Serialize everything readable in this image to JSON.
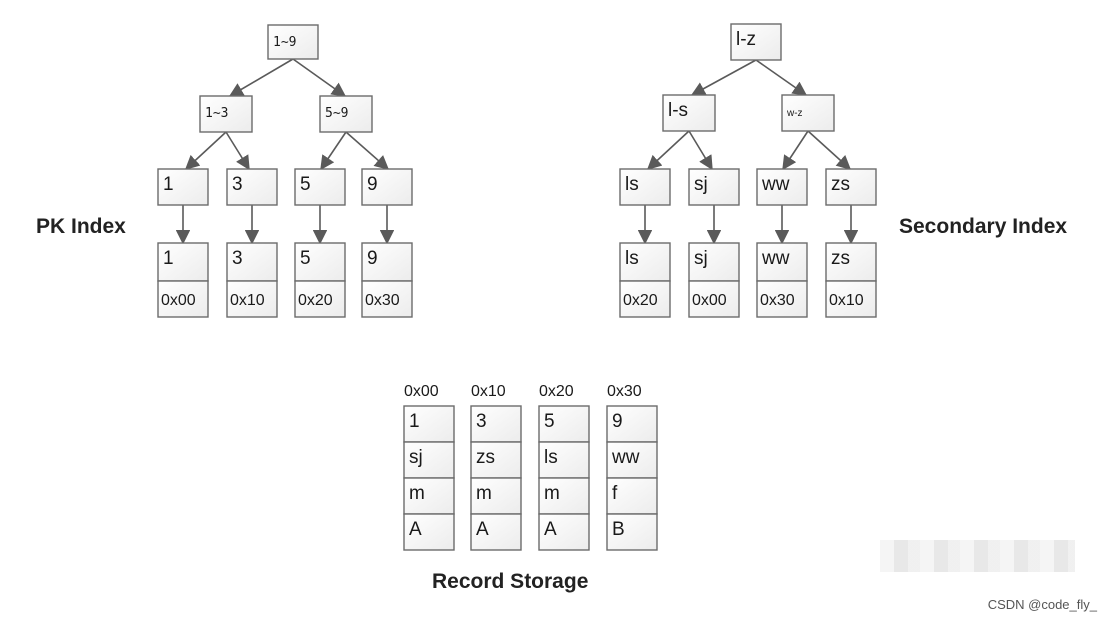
{
  "labels": {
    "pk_index": "PK Index",
    "secondary_index": "Secondary Index",
    "record_storage": "Record Storage"
  },
  "watermark": "CSDN @code_fly_",
  "pk_tree": {
    "root": "1~9",
    "level1": [
      "1~3",
      "5~9"
    ],
    "level2": [
      "1",
      "3",
      "5",
      "9"
    ],
    "leaves": [
      {
        "key": "1",
        "addr": "0x00"
      },
      {
        "key": "3",
        "addr": "0x10"
      },
      {
        "key": "5",
        "addr": "0x20"
      },
      {
        "key": "9",
        "addr": "0x30"
      }
    ]
  },
  "secondary_tree": {
    "root": "l-z",
    "level1": [
      "l-s",
      "w-z"
    ],
    "level2": [
      "ls",
      "sj",
      "ww",
      "zs"
    ],
    "leaves": [
      {
        "key": "ls",
        "addr": "0x20"
      },
      {
        "key": "sj",
        "addr": "0x00"
      },
      {
        "key": "ww",
        "addr": "0x30"
      },
      {
        "key": "zs",
        "addr": "0x10"
      }
    ]
  },
  "records": [
    {
      "addr": "0x00",
      "fields": [
        "1",
        "sj",
        "m",
        "A"
      ]
    },
    {
      "addr": "0x10",
      "fields": [
        "3",
        "zs",
        "m",
        "A"
      ]
    },
    {
      "addr": "0x20",
      "fields": [
        "5",
        "ls",
        "m",
        "A"
      ]
    },
    {
      "addr": "0x30",
      "fields": [
        "9",
        "ww",
        "f",
        "B"
      ]
    }
  ]
}
